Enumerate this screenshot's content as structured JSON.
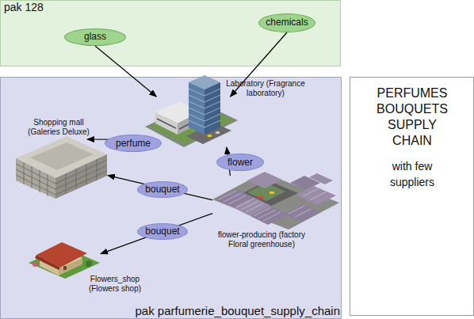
{
  "diagram": {
    "nodes": [
      {
        "text": [
          "pak 128"
        ]
      },
      {
        "text": [
          "glass"
        ],
        "in": 0
      },
      {
        "text": [
          "chemicals"
        ],
        "in": 0
      },
      {
        "text": [
          "pak parfumerie_bouquet_supply_chain"
        ]
      },
      {
        "text": [
          "Laboratory (Fragrance laboratory)"
        ],
        "in": 3
      },
      {
        "text": [
          "Shopping mall (Galeries Deluxe)"
        ],
        "in": 3
      },
      {
        "text": [
          "flower-producing (factory Floral greenhouse)"
        ],
        "in": 3
      },
      {
        "text": [
          "Flowers_shop (Flowers shop)"
        ],
        "in": 3
      },
      {
        "text": [
          "PERFUMES BOUQUETS SUPPLY CHAIN",
          "with few suppliers"
        ]
      }
    ],
    "edges": [
      {
        "from": 1,
        "to": 4,
        "arrow": "to"
      },
      {
        "from": 2,
        "to": 4,
        "arrow": "to"
      },
      {
        "from": 4,
        "to": 5,
        "label": "perfume",
        "arrow": "to"
      },
      {
        "from": 6,
        "to": 4,
        "label": "flower",
        "arrow": "to"
      },
      {
        "from": 6,
        "to": 5,
        "label": "bouquet",
        "arrow": "to"
      },
      {
        "from": 6,
        "to": 7,
        "label": "bouquet",
        "arrow": "to"
      }
    ]
  }
}
